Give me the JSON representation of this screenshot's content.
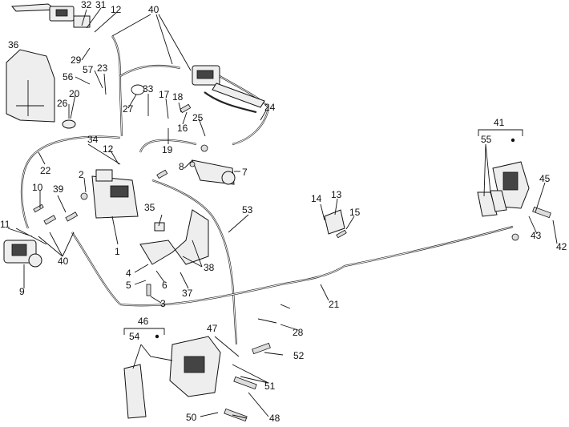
{
  "labels": {
    "l1": "1",
    "l2": "2",
    "l3": "3",
    "l4": "4",
    "l5": "5",
    "l6": "6",
    "l7": "7",
    "l8": "8",
    "l9": "9",
    "l10": "10",
    "l11": "11",
    "l12a": "12",
    "l12b": "12",
    "l13": "13",
    "l14": "14",
    "l15": "15",
    "l16": "16",
    "l17": "17",
    "l18": "18",
    "l19": "19",
    "l20": "20",
    "l21": "21",
    "l22": "22",
    "l23": "23",
    "l24": "24",
    "l25": "25",
    "l26": "26",
    "l27": "27",
    "l28": "28",
    "l29": "29",
    "l31": "31",
    "l32": "32",
    "l33": "33",
    "l34": "34",
    "l35": "35",
    "l36": "36",
    "l37": "37",
    "l38": "38",
    "l39": "39",
    "l40a": "40",
    "l40b": "40",
    "l41": "41",
    "l42": "42",
    "l43": "43",
    "l45": "45",
    "l46": "46",
    "l47": "47",
    "l48": "48",
    "l50": "50",
    "l51": "51",
    "l52": "52",
    "l53": "53",
    "l54": "54",
    "l55": "55",
    "l56": "56",
    "l57": "57"
  }
}
